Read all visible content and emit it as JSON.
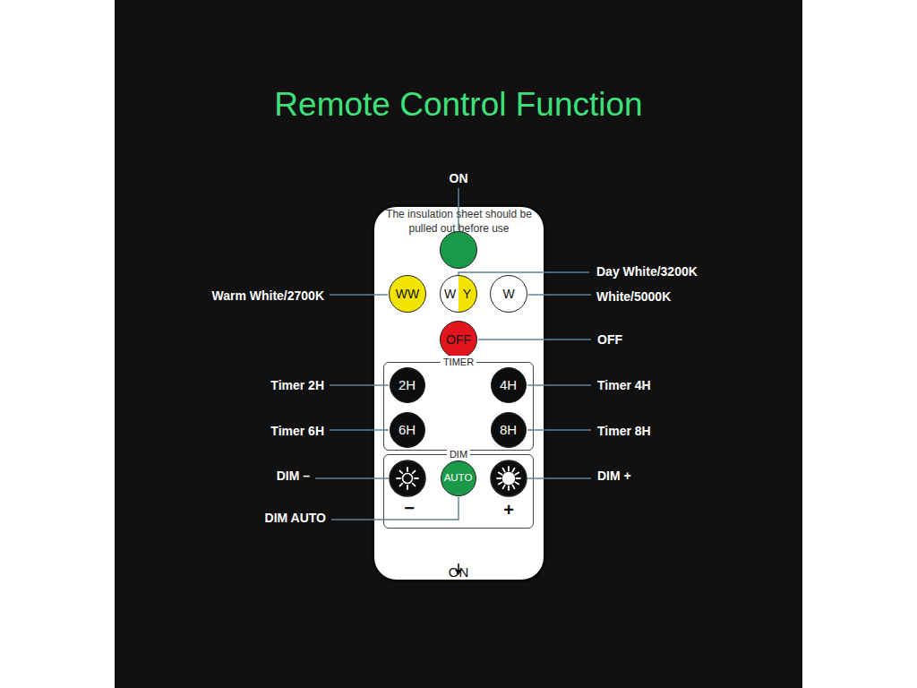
{
  "diagram": {
    "title": "Remote Control Function",
    "nodes": [
      {
        "text": [
          "The insulation sheet should be pulled out before use"
        ]
      },
      {
        "text": [
          "ON"
        ],
        "in": 0
      },
      {
        "text": [
          "WW"
        ],
        "in": 0
      },
      {
        "text": [
          "W Y"
        ],
        "in": 0
      },
      {
        "text": [
          "W"
        ],
        "in": 0
      },
      {
        "text": [
          "OFF"
        ],
        "in": 0
      },
      {
        "text": [
          "TIMER"
        ],
        "in": 0
      },
      {
        "text": [
          "2H"
        ],
        "in": 6
      },
      {
        "text": [
          "4H"
        ],
        "in": 6
      },
      {
        "text": [
          "6H"
        ],
        "in": 6
      },
      {
        "text": [
          "8H"
        ],
        "in": 6
      },
      {
        "text": [
          "DIM"
        ],
        "in": 0
      },
      {
        "text": [
          "AUTO"
        ],
        "in": 11
      }
    ],
    "labels": [
      "ON",
      "Day White/3200K",
      "Warm White/2700K",
      "White/5000K",
      "OFF",
      "Timer 2H",
      "Timer 4H",
      "Timer 6H",
      "Timer 8H",
      "DIM –",
      "DIM +",
      "DIM AUTO",
      "−",
      "+"
    ]
  }
}
